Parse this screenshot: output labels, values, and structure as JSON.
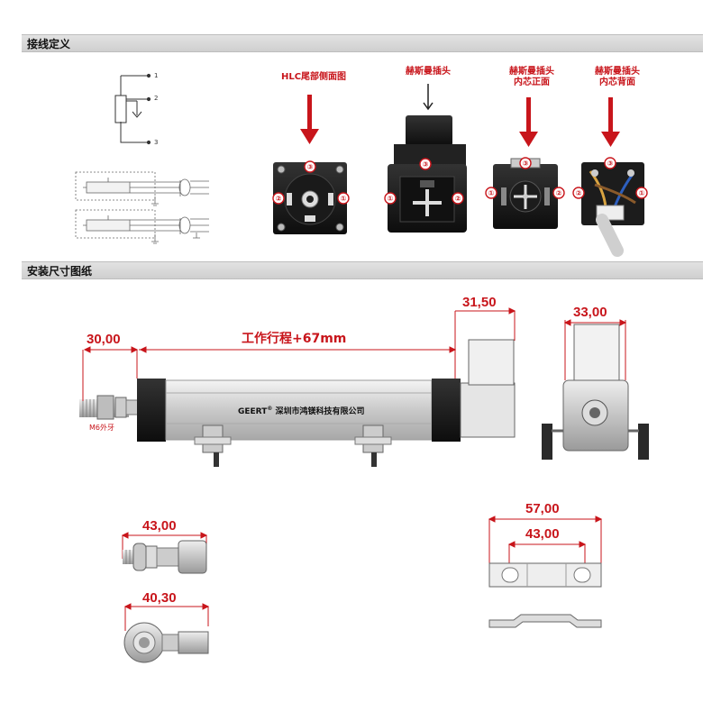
{
  "sections": {
    "wiring": "接线定义",
    "install": "安装尺寸图纸"
  },
  "schematic_pins": [
    "1",
    "2",
    "3"
  ],
  "connector_captions": {
    "hlc": "HLC尾部侧面图",
    "hirschmann": "赫斯曼插头",
    "core_front": "赫斯曼插头\n内芯正面",
    "core_back": "赫斯曼插头\n内芯背面"
  },
  "pin_markers": [
    "①",
    "②",
    "③"
  ],
  "dimensions": {
    "end_offset": "30,00",
    "connector_width": "31,50",
    "side_width": "33,00",
    "stroke": "工作行程+67mm",
    "rod_end_a": "43,00",
    "rod_end_b": "40,30",
    "bracket_outer": "57,00",
    "bracket_inner": "43,00"
  },
  "labels": {
    "thread": "M6外牙",
    "brand": "GEERT",
    "registered": "®",
    "company": "深圳市鸿镁科技有限公司"
  },
  "colors": {
    "accent": "#c8151b",
    "bar": "#d6d6d6"
  }
}
